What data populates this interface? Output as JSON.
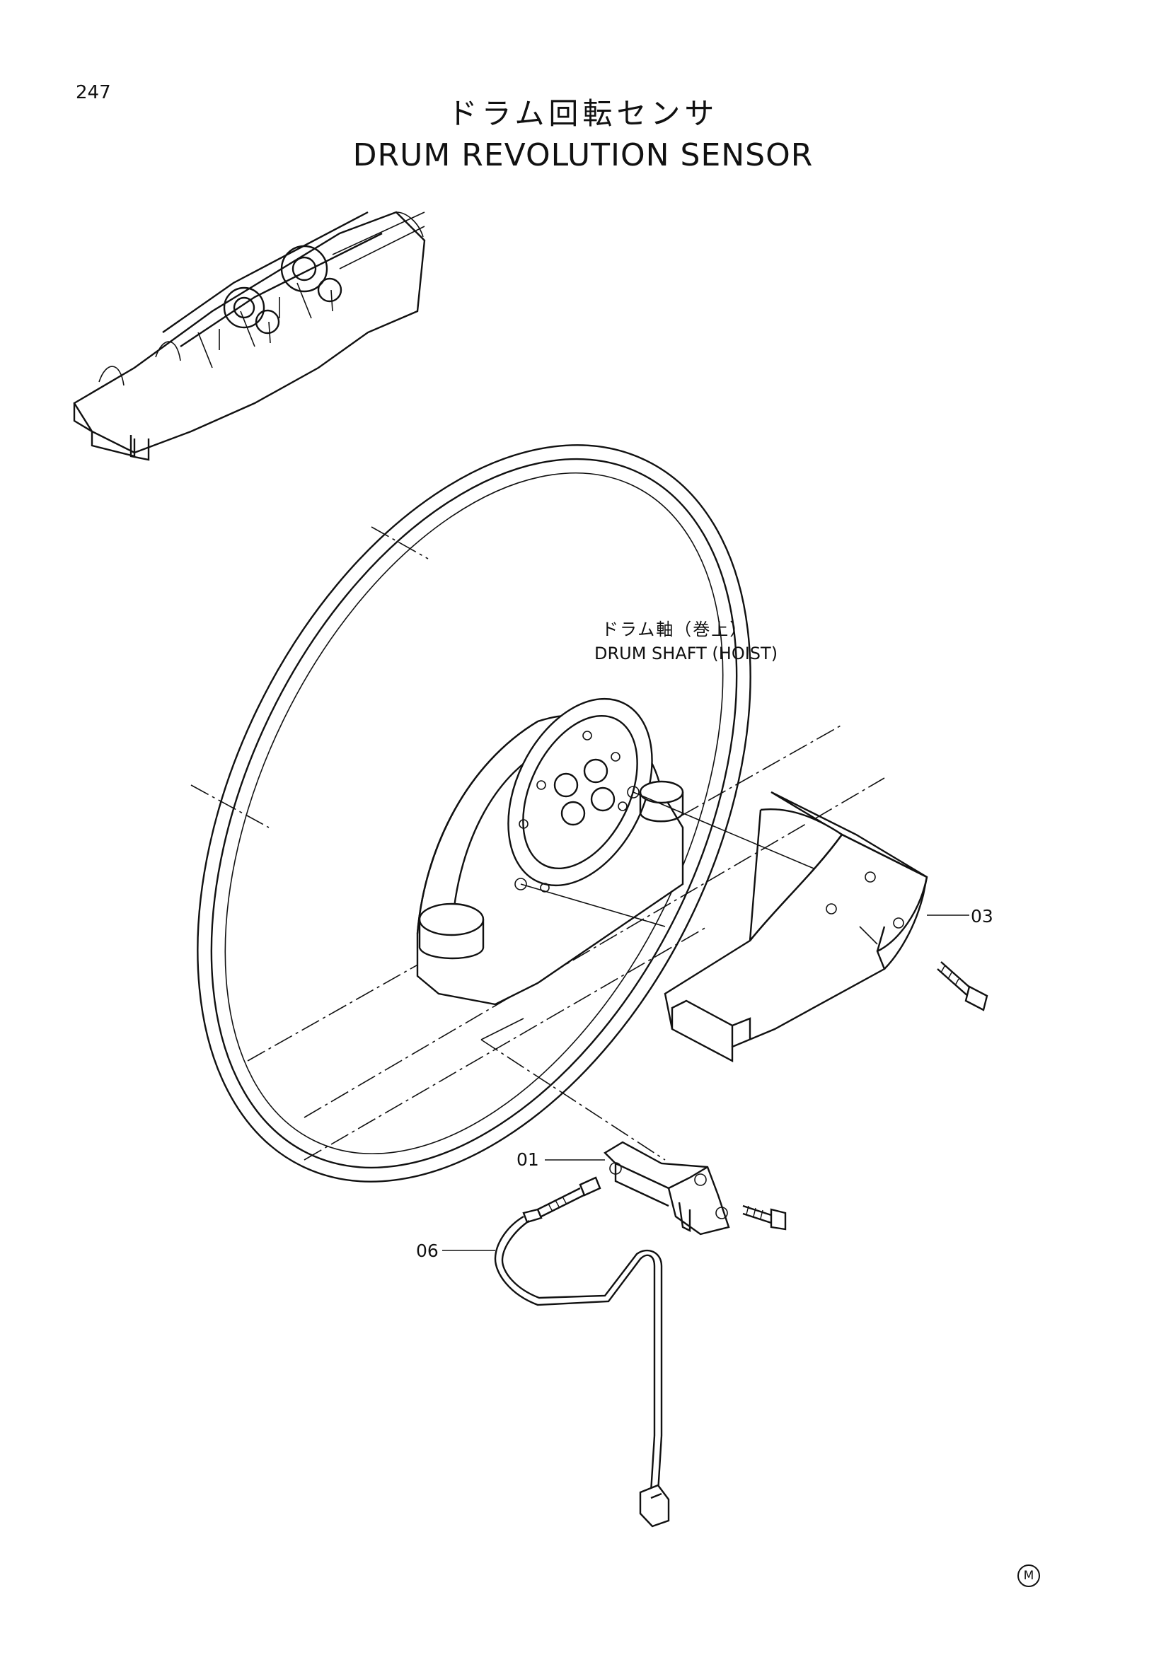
{
  "page": {
    "number": "247"
  },
  "title": {
    "japanese": "ドラム回転センサ",
    "english": "DRUM REVOLUTION SENSOR"
  },
  "annotation": {
    "japanese": "ドラム軸（巻上）",
    "english": "DRUM SHAFT (HOIST)"
  },
  "callouts": {
    "c01": "01",
    "c03": "03",
    "c06": "06"
  },
  "marker": {
    "symbol": "M"
  }
}
